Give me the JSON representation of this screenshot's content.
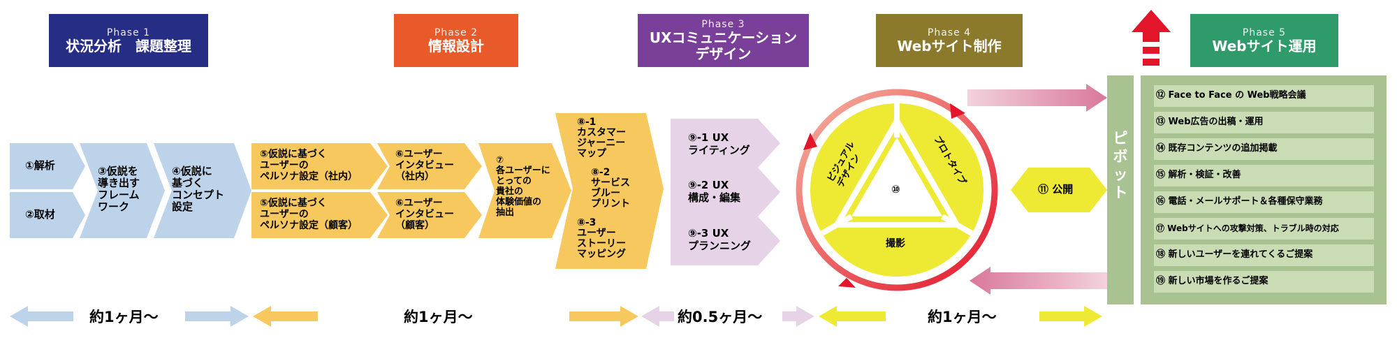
{
  "phases": [
    {
      "phase": "Phase 1",
      "title": "状況分析　課題整理",
      "color": "#252d85"
    },
    {
      "phase": "Phase 2",
      "title": "情報設計",
      "color": "#e85a29"
    },
    {
      "phase": "Phase 3",
      "title": "UXコミュニケーション\nデザイン",
      "color": "#7a3f98"
    },
    {
      "phase": "Phase 4",
      "title": "Webサイト制作",
      "color": "#8c7a2c"
    },
    {
      "phase": "Phase 5",
      "title": "Webサイト運用",
      "color": "#2f9b6b"
    }
  ],
  "phase1": {
    "analysis": "①解析",
    "material": "②取材",
    "hypothesis": "③仮説を\n導き出す\nフレーム\nワーク",
    "concept": "④仮説に\n基づく\nコンセプト\n設定"
  },
  "phase2": {
    "persona_internal": "⑤仮説に基づく\nユーザーの\nペルソナ設定（社内）",
    "persona_customer": "⑤仮説に基づく\nユーザーの\nペルソナ設定（顧客）",
    "interview_internal": "⑥ユーザー\nインタビュー\n（社内）",
    "interview_customer": "⑥ユーザー\nインタビュー\n（顧客）",
    "experience_value": "⑦\n各ユーザーに\nとっての\n貴社の\n体験価値の\n抽出",
    "journey": "⑧-1\nカスタマー\nジャーニー\nマップ",
    "blueprint": "⑧-2\nサービス\nブルー\nプリント",
    "story": "⑧-3\nユーザー\nストーリー\nマッピング"
  },
  "phase3": {
    "writing": "⑨-1 UX\nライティング",
    "editing": "⑨-2 UX\n構成・編集",
    "planning": "⑨-3 UX\nプランニング"
  },
  "phase4": {
    "visual": "ビジュアル\nデザイン",
    "prototype": "プロトタイプ",
    "shoot": "撮影",
    "center": "⑩",
    "publish": "⑪ 公開"
  },
  "pivot": "ピ\nボ\nッ\nト",
  "phase5_items": [
    "⑫ Face to Face の Web戦略会議",
    "⑬ Web広告の出稿・運用",
    "⑭ 既存コンテンツの追加掲載",
    "⑮ 解析・検証・改善",
    "⑯ 電話・メールサポート＆各種保守業務",
    "⑰ Webサイトへの攻撃対策、トラブル時の対応",
    "⑱ 新しいユーザーを連れてくるご提案",
    "⑲ 新しい市場を作るご提案"
  ],
  "durations": [
    "約1ヶ月〜",
    "約1ヶ月〜",
    "約0.5ヶ月〜",
    "約1ヶ月〜"
  ],
  "colors": {
    "phase1_step": "#bcd3ea",
    "phase2_step": "#f7c85e",
    "phase3_step": "#e7d3e8",
    "circle": "#eee933",
    "phase5_panel": "#a8c391",
    "phase5_item": "#c9dcb3",
    "red_arrow": "#e3152b",
    "pink_arrow": "#e3a0b6"
  }
}
